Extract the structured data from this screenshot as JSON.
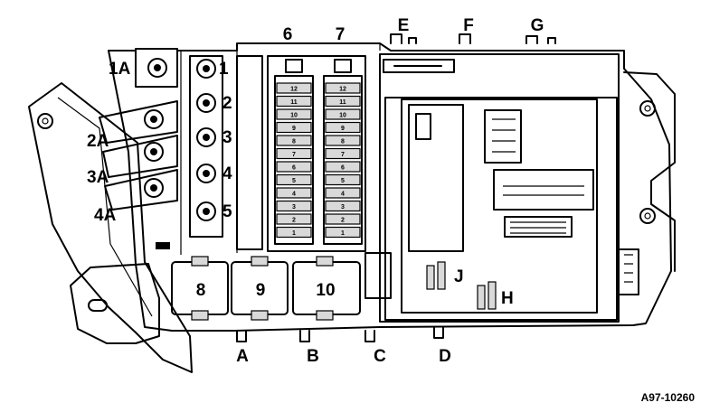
{
  "diagram": {
    "top_callouts": [
      "6",
      "7",
      "E",
      "F",
      "G"
    ],
    "side_callouts": [
      "1A",
      "1",
      "2",
      "2A",
      "3",
      "3A",
      "4",
      "4A",
      "5"
    ],
    "relay_labels": [
      "8",
      "9",
      "10"
    ],
    "inner_labels": [
      "J",
      "H"
    ],
    "bottom_callouts": [
      "A",
      "B",
      "C",
      "D"
    ],
    "fuse_numbers": [
      "12",
      "11",
      "10",
      "9",
      "8",
      "7",
      "6",
      "5",
      "4",
      "3",
      "2",
      "1"
    ],
    "reference_code": "A97-10260"
  }
}
